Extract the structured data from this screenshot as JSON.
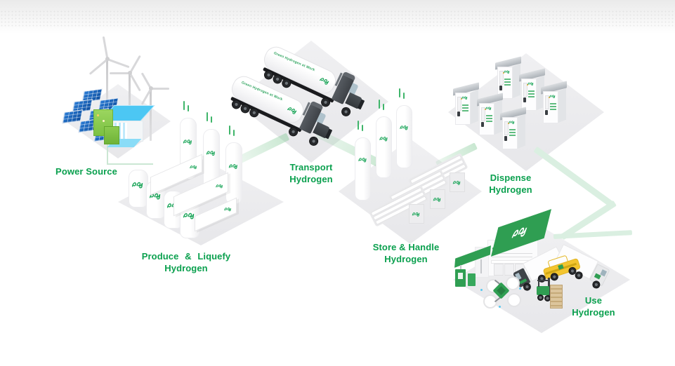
{
  "stages": {
    "power": {
      "label": "Power Source"
    },
    "produce": {
      "line1": "Produce & Liquefy",
      "line2": "Hydrogen"
    },
    "transport": {
      "line1": "Transport",
      "line2": "Hydrogen"
    },
    "store": {
      "line1": "Store & Handle",
      "line2": "Hydrogen"
    },
    "dispense": {
      "line1": "Dispense",
      "line2": "Hydrogen"
    },
    "use": {
      "line1": "Use",
      "line2": "Hydrogen"
    }
  },
  "tanker": {
    "side_text": "Green Hydrogen at Work"
  },
  "icons": {
    "plug_logo": "plug-script-logo"
  },
  "colors": {
    "label_green": "#0AA04E",
    "brand_green": "#18A457",
    "roof_green": "#2F9E52",
    "connector_green": "#DAEFE1",
    "water_blue": "#4CC7F3",
    "solar_blue": "#1E63B8",
    "machine_green": "#7CC142",
    "taxi_yellow": "#F3C52F"
  }
}
